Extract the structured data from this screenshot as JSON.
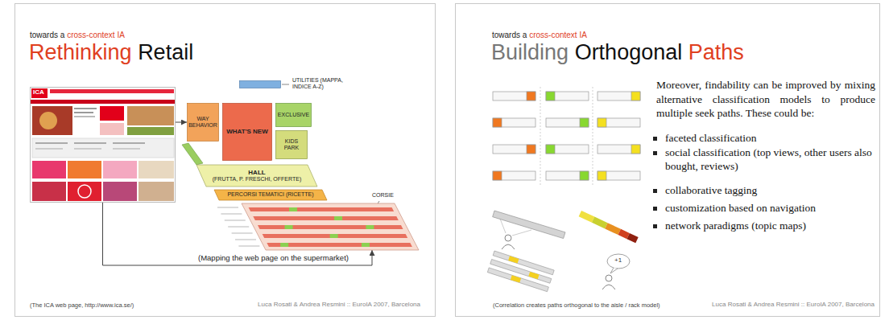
{
  "diagram": {
    "nodes": [
      {
        "text": [
          "ICA"
        ]
      },
      {
        "text": [
          "UTILITIES (MAPPA, INDICE A-Z)"
        ]
      },
      {
        "text": [
          "WAY BEHAVIOR"
        ]
      },
      {
        "text": [
          "WHAT'S NEW"
        ]
      },
      {
        "text": [
          "EXCLUSIVE"
        ]
      },
      {
        "text": [
          "KIDS PARK"
        ]
      },
      {
        "text": [
          "HALL",
          "(FRUTTA, P. FRESCHI, OFFERTE)"
        ]
      },
      {
        "text": [
          "PERCORSI TEMATICI (RICETTE)"
        ]
      },
      {
        "text": [
          "CORSIE"
        ]
      }
    ],
    "edges": [
      {
        "from": 0,
        "to": 2,
        "arrow": "to"
      },
      {
        "from": 0,
        "to": 8,
        "arrow": "to",
        "label": "(Mapping the web page on the supermarket)"
      }
    ],
    "labels": [
      "towards a",
      "cross-context IA",
      "Rethinking",
      "Retail",
      "(The ICA web page, http://www.ica.se/)",
      "Luca Rosati & Andrea Resmini :: EuroIA 2007, Barcelona",
      "towards a",
      "cross-context IA",
      "Building",
      "Orthogonal",
      "Paths",
      "Moreover, findability can be improved by mixing alternative classification models to produce multiple seek paths. These could be:",
      "faceted classification",
      "social classification (top views, other users also bought, reviews)",
      "collaborative tagging",
      "customization based on navigation",
      "network paradigms (topic maps)",
      "(Correlation creates paths orthogonal to the aisle / rack model)",
      "Luca Rosati & Andrea Resmini :: EuroIA 2007, Barcelona",
      "+1"
    ]
  }
}
